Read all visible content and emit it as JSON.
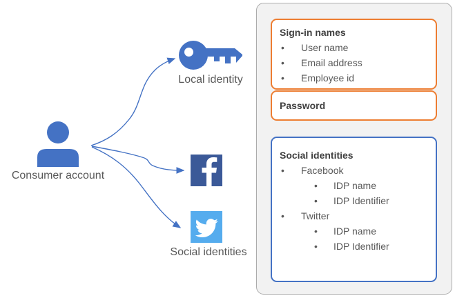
{
  "diagram": {
    "consumer_label": "Consumer account",
    "local_identity_label": "Local identity",
    "social_identities_label": "Social identities"
  },
  "panel": {
    "signin_box": {
      "title": "Sign-in names",
      "items": [
        "User name",
        "Email address",
        "Employee id"
      ]
    },
    "password_box": {
      "title": "Password"
    },
    "social_box": {
      "title": "Social identities",
      "providers": [
        {
          "name": "Facebook",
          "items": [
            "IDP name",
            "IDP Identifier"
          ]
        },
        {
          "name": "Twitter",
          "items": [
            "IDP name",
            "IDP Identifier"
          ]
        }
      ]
    }
  },
  "icons": {
    "person": "person-icon",
    "key": "key-icon",
    "facebook": "facebook-icon",
    "twitter": "twitter-icon"
  },
  "colors": {
    "accent_blue": "#4472C4",
    "accent_orange": "#ED7D31",
    "facebook_blue": "#3B5998",
    "twitter_blue": "#55ACEE",
    "panel_bg": "#F2F2F2",
    "panel_border": "#ABABAB",
    "title_text": "#3F3F3F",
    "body_text": "#595959"
  }
}
